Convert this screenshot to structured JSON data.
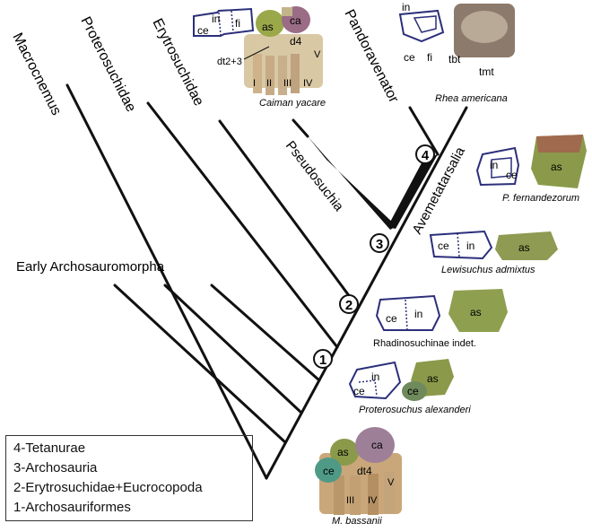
{
  "taxa": {
    "macrocnemus": "Macrocnemus",
    "proterosuchidae": "Proterosuchidae",
    "erytrosuchidae": "Erytrosuchidae",
    "pandoravenator": "Pandoravenator",
    "rhea": "Rhea americana",
    "caiman": "Caiman yacare",
    "early": "Early Archosauromorpha",
    "pseudosuchia": "Pseudosuchia",
    "avemetatarsalia": "Avemetatarsalia"
  },
  "nodes": [
    "1",
    "2",
    "3",
    "4"
  ],
  "specimens": {
    "fernandezorum": "P. fernandezorum",
    "lewisuchus": "Lewisuchus admixtus",
    "rhadino": "Rhadinosuchinae indet.",
    "proterosuchus": "Proterosuchus alexanderi",
    "bassanii": "M. bassanii"
  },
  "bones": {
    "in": "in",
    "fi": "fi",
    "ce": "ce",
    "as": "as",
    "ca": "ca",
    "d4": "d4",
    "dt23": "dt2+3",
    "dt4": "dt4",
    "tbt": "tbt",
    "tmt": "tmt",
    "I": "I",
    "II": "II",
    "III": "III",
    "IV": "IV",
    "V": "V"
  },
  "legend": [
    "4-Tetanurae",
    "3-Archosauria",
    "2-Erytrosuchidae+Eucrocopoda",
    "1-Archosauriformes"
  ],
  "colors": {
    "line": "#111111",
    "outline": "#2b2f7a",
    "bone_green": "#8a9a4a",
    "bone_purple": "#9a6c86",
    "bone_tan": "#c9a77a",
    "bone_teal": "#4f9a86"
  }
}
